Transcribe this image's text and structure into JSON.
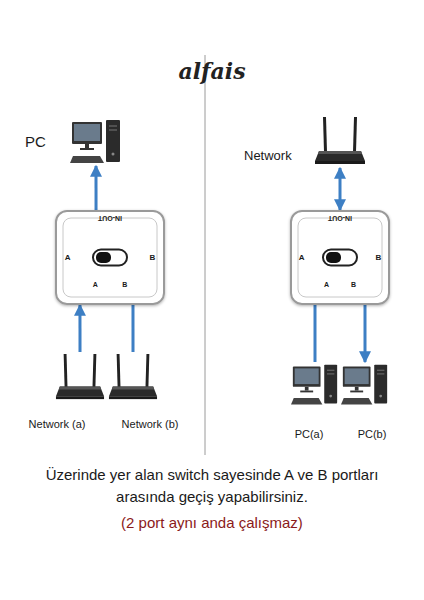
{
  "diagram": {
    "title": "alfais",
    "caption": "Üzerinde yer alan switch sayesinde A ve B portları arasında geçiş yapabilirsiniz.",
    "nodes": [
      {
        "text": [
          "PC"
        ]
      },
      {
        "text": [
          "Network"
        ]
      },
      {
        "text": [
          "IN-OUT",
          "A",
          "B",
          "A",
          "B"
        ]
      },
      {
        "text": [
          "IN-OUT",
          "A",
          "B",
          "A",
          "B"
        ]
      },
      {
        "text": [
          "Network (a)"
        ]
      },
      {
        "text": [
          "Network (b)"
        ]
      },
      {
        "text": [
          "PC(a)"
        ]
      },
      {
        "text": [
          "PC(b)"
        ]
      }
    ],
    "edges": [
      {
        "from": 2,
        "to": 0,
        "arrow": "to"
      },
      {
        "from": 4,
        "to": 2,
        "arrow": "to"
      },
      {
        "from": 5,
        "to": 2,
        "arrow": "none"
      },
      {
        "from": 1,
        "to": 3,
        "arrow": "both"
      },
      {
        "from": 3,
        "to": 6,
        "arrow": "none"
      },
      {
        "from": 3,
        "to": 7,
        "arrow": "to"
      }
    ],
    "labels": [
      "(2 port aynı anda çalışmaz)"
    ]
  }
}
